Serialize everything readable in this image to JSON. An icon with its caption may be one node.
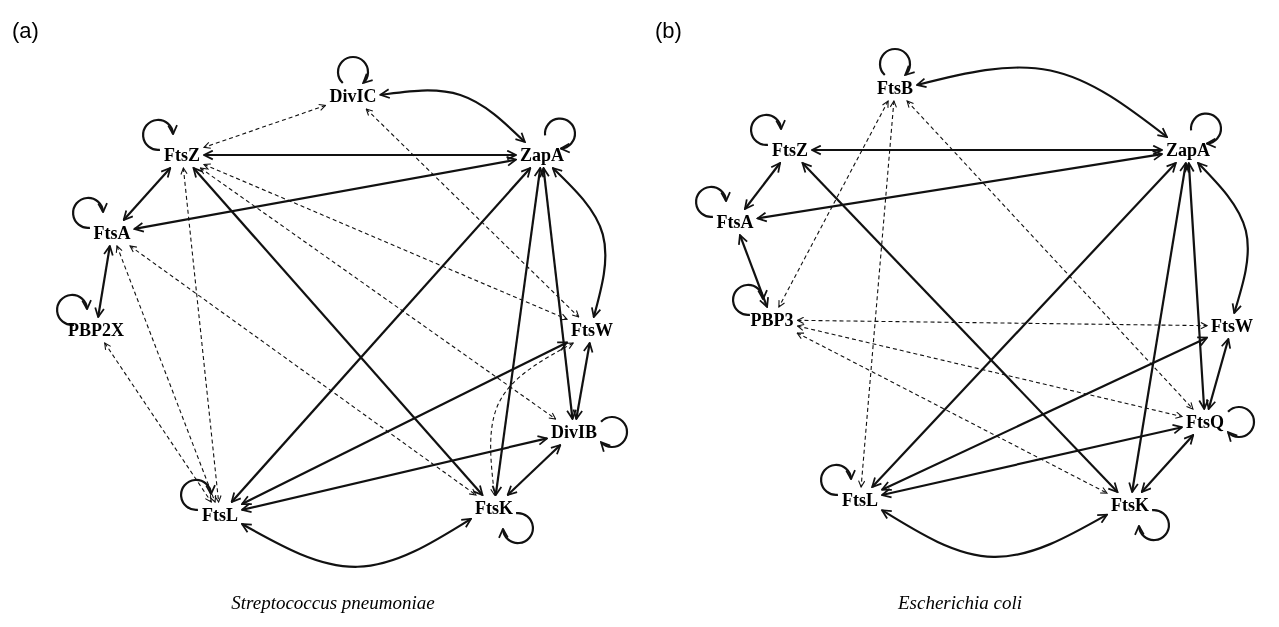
{
  "diagram": {
    "nodes": [
      {
        "text": [
          "DivIC"
        ]
      },
      {
        "text": [
          "FtsZ"
        ]
      },
      {
        "text": [
          "ZapA"
        ]
      },
      {
        "text": [
          "FtsA"
        ]
      },
      {
        "text": [
          "PBP2X"
        ]
      },
      {
        "text": [
          "FtsW"
        ]
      },
      {
        "text": [
          "DivIB"
        ]
      },
      {
        "text": [
          "FtsL"
        ]
      },
      {
        "text": [
          "FtsK"
        ]
      },
      {
        "text": [
          "FtsB"
        ]
      },
      {
        "text": [
          "FtsZ"
        ]
      },
      {
        "text": [
          "ZapA"
        ]
      },
      {
        "text": [
          "FtsA"
        ]
      },
      {
        "text": [
          "PBP3"
        ]
      },
      {
        "text": [
          "FtsW"
        ]
      },
      {
        "text": [
          "FtsQ"
        ]
      },
      {
        "text": [
          "FtsL"
        ]
      },
      {
        "text": [
          "FtsK"
        ]
      }
    ],
    "edges": [
      {
        "from": 0,
        "to": 0,
        "arrow": "to"
      },
      {
        "from": 1,
        "to": 1,
        "arrow": "to"
      },
      {
        "from": 2,
        "to": 2,
        "arrow": "to"
      },
      {
        "from": 3,
        "to": 3,
        "arrow": "to"
      },
      {
        "from": 4,
        "to": 4,
        "arrow": "to"
      },
      {
        "from": 6,
        "to": 6,
        "arrow": "to"
      },
      {
        "from": 7,
        "to": 7,
        "arrow": "to"
      },
      {
        "from": 8,
        "to": 8,
        "arrow": "to"
      },
      {
        "from": 0,
        "to": 2,
        "arrow": "both"
      },
      {
        "from": 1,
        "to": 2,
        "arrow": "both"
      },
      {
        "from": 1,
        "to": 3,
        "arrow": "both"
      },
      {
        "from": 3,
        "to": 2,
        "arrow": "both"
      },
      {
        "from": 3,
        "to": 4,
        "arrow": "both"
      },
      {
        "from": 1,
        "to": 8,
        "arrow": "both"
      },
      {
        "from": 7,
        "to": 2,
        "arrow": "both"
      },
      {
        "from": 8,
        "to": 2,
        "arrow": "both"
      },
      {
        "from": 2,
        "to": 6,
        "arrow": "both"
      },
      {
        "from": 2,
        "to": 5,
        "arrow": "both"
      },
      {
        "from": 5,
        "to": 6,
        "arrow": "both"
      },
      {
        "from": 7,
        "to": 5,
        "arrow": "both"
      },
      {
        "from": 7,
        "to": 6,
        "arrow": "both"
      },
      {
        "from": 6,
        "to": 8,
        "arrow": "both"
      },
      {
        "from": 7,
        "to": 8,
        "arrow": "both"
      },
      {
        "from": 0,
        "to": 1,
        "arrow": "both",
        "style": "dashed"
      },
      {
        "from": 0,
        "to": 5,
        "arrow": "both",
        "style": "dashed"
      },
      {
        "from": 1,
        "to": 5,
        "arrow": "both",
        "style": "dashed"
      },
      {
        "from": 1,
        "to": 6,
        "arrow": "both",
        "style": "dashed"
      },
      {
        "from": 1,
        "to": 7,
        "arrow": "both",
        "style": "dashed"
      },
      {
        "from": 3,
        "to": 7,
        "arrow": "both",
        "style": "dashed"
      },
      {
        "from": 3,
        "to": 8,
        "arrow": "both",
        "style": "dashed"
      },
      {
        "from": 4,
        "to": 7,
        "arrow": "both",
        "style": "dashed"
      },
      {
        "from": 5,
        "to": 8,
        "arrow": "both",
        "style": "dashed"
      },
      {
        "from": 9,
        "to": 9,
        "arrow": "to"
      },
      {
        "from": 10,
        "to": 10,
        "arrow": "to"
      },
      {
        "from": 11,
        "to": 11,
        "arrow": "to"
      },
      {
        "from": 12,
        "to": 12,
        "arrow": "to"
      },
      {
        "from": 13,
        "to": 13,
        "arrow": "to"
      },
      {
        "from": 15,
        "to": 15,
        "arrow": "to"
      },
      {
        "from": 16,
        "to": 16,
        "arrow": "to"
      },
      {
        "from": 17,
        "to": 17,
        "arrow": "to"
      },
      {
        "from": 9,
        "to": 11,
        "arrow": "both"
      },
      {
        "from": 10,
        "to": 11,
        "arrow": "both"
      },
      {
        "from": 10,
        "to": 12,
        "arrow": "both"
      },
      {
        "from": 12,
        "to": 11,
        "arrow": "both"
      },
      {
        "from": 12,
        "to": 13,
        "arrow": "both"
      },
      {
        "from": 10,
        "to": 17,
        "arrow": "both"
      },
      {
        "from": 16,
        "to": 11,
        "arrow": "both"
      },
      {
        "from": 17,
        "to": 11,
        "arrow": "both"
      },
      {
        "from": 11,
        "to": 15,
        "arrow": "both"
      },
      {
        "from": 11,
        "to": 14,
        "arrow": "both"
      },
      {
        "from": 14,
        "to": 15,
        "arrow": "both"
      },
      {
        "from": 16,
        "to": 14,
        "arrow": "both"
      },
      {
        "from": 16,
        "to": 15,
        "arrow": "both"
      },
      {
        "from": 15,
        "to": 17,
        "arrow": "both"
      },
      {
        "from": 16,
        "to": 17,
        "arrow": "both"
      },
      {
        "from": 9,
        "to": 13,
        "arrow": "both",
        "style": "dashed"
      },
      {
        "from": 9,
        "to": 16,
        "arrow": "both",
        "style": "dashed"
      },
      {
        "from": 9,
        "to": 15,
        "arrow": "both",
        "style": "dashed"
      },
      {
        "from": 13,
        "to": 14,
        "arrow": "both",
        "style": "dashed"
      },
      {
        "from": 13,
        "to": 15,
        "arrow": "both",
        "style": "dashed"
      },
      {
        "from": 13,
        "to": 17,
        "arrow": "both",
        "style": "dashed"
      }
    ],
    "labels": [
      "(a)",
      "(b)",
      "Streptococcus pneumoniae",
      "Escherichia coli"
    ]
  }
}
